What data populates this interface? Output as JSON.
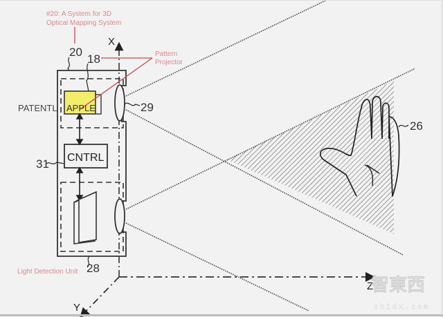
{
  "diagram": {
    "title_annotation": "#20: A System for 3D Optical Mapping System",
    "title_line1": "#20: A System for 3D",
    "title_line2": "Optical Mapping System",
    "annotations": {
      "pattern_projector_line1": "Pattern",
      "pattern_projector_line2": "Projector",
      "light_detection_unit": "Light Detection Unit"
    },
    "reference_numbers": {
      "system": "20",
      "projector": "18",
      "lens": "29",
      "controller": "31",
      "detector": "28",
      "hand": "26"
    },
    "components": {
      "controller_label": "CNTRL",
      "watermark_left": "PATENTL",
      "watermark_yellow": "APPLE"
    },
    "axes": {
      "x": "X",
      "y": "Y",
      "z": "Z"
    },
    "colors": {
      "annotation_red": "#d9888c",
      "projector_fill": "#f3ee6a",
      "line_dark": "#333333",
      "background": "#f2f2f2"
    },
    "watermark": {
      "chinese": "智東西",
      "domain": "zhidx.com"
    }
  }
}
